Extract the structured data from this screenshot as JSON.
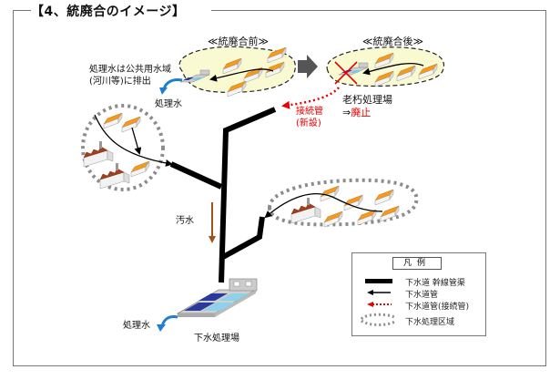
{
  "title": "【4、統廃合のイメージ】",
  "before_section": {
    "heading": "≪統廃合前≫",
    "discharge_note_line1": "処理水は公共用水域",
    "discharge_note_line2": "(河川等)に排出",
    "treated_water_label": "処理水"
  },
  "after_section": {
    "heading": "≪統廃合後≫",
    "old_plant_label": "老朽処理場",
    "abolish_prefix": "⇒",
    "abolish_label": "廃止",
    "connection_pipe_line1": "接続管",
    "connection_pipe_line2": "(新設)"
  },
  "main_diagram": {
    "sewage_label": "汚水",
    "plant_label": "下水処理場",
    "treated_water_label": "処理水"
  },
  "legend": {
    "title": "凡例",
    "items": [
      {
        "symbol": "thick-black-line",
        "label": "下水道 幹線管渠"
      },
      {
        "symbol": "black-arrow",
        "label": "下水道管"
      },
      {
        "symbol": "red-dotted-arrow",
        "label": "下水道管(接続管)"
      },
      {
        "symbol": "gray-dotted-loop",
        "label": "下水処理区域"
      }
    ]
  },
  "colors": {
    "trunk_sewer": "#000000",
    "connection_pipe": "#e60000",
    "treated_water_arrow": "#1e7fd0",
    "sewage_arrow": "#a0521d",
    "region_dots": "#8c8c8c",
    "merge_region_fill": "#fafad2",
    "house_roof": "#f59a1a",
    "factory_roof": "#a0401c"
  }
}
